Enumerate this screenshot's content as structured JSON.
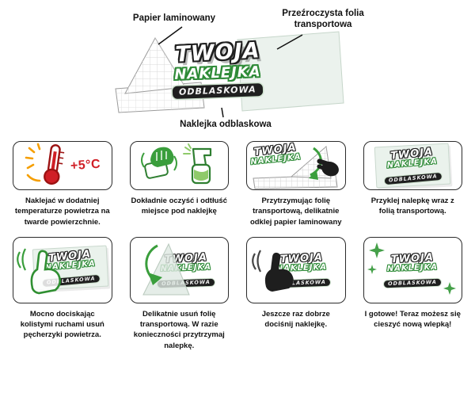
{
  "header": {
    "label_laminated_paper": "Papier laminowany",
    "label_transfer_film": "Przeźroczysta folia transportowa",
    "label_reflective_sticker": "Naklejka odblaskowa"
  },
  "sticker": {
    "line1": "TWOJA",
    "line2": "NAKLEJKA",
    "line3": "ODBLASKOWA"
  },
  "steps": [
    {
      "icon": "thermometer-icon",
      "temperature": "+5°C",
      "caption": "Naklejać w dodatniej temperaturze powietrza na twarde powierzchnie."
    },
    {
      "icon": "spray-cleaning-icon",
      "caption": "Dokładnie oczyść i odtłuść miejsce pod naklejkę"
    },
    {
      "icon": "peel-backing-paper-icon",
      "caption": "Przytrzymując folię transportową, delikatnie odklej papier laminowany"
    },
    {
      "icon": "apply-sticker-with-film-icon",
      "caption": "Przyklej nalepkę wraz z folią transportową."
    },
    {
      "icon": "press-remove-bubbles-icon",
      "caption": "Mocno dociskając kolistymi ruchami usuń pęcherzyki powietrza."
    },
    {
      "icon": "remove-transfer-film-icon",
      "caption": "Delikatnie usuń folię transportową. W razie konieczności przytrzymaj nalepkę."
    },
    {
      "icon": "press-again-icon",
      "caption": "Jeszcze raz dobrze dociśnij naklejkę."
    },
    {
      "icon": "done-sparkles-icon",
      "caption": "I gotowe! Teraz możesz się cieszyć nową wlepką!"
    }
  ],
  "colors": {
    "accent_green": "#3a9e3c",
    "dark_green_outline": "#2e8b37",
    "alert_red": "#d01f26",
    "sun_orange": "#f59e00",
    "film_tint": "#e9f1eb",
    "ink": "#1f1f1f"
  }
}
